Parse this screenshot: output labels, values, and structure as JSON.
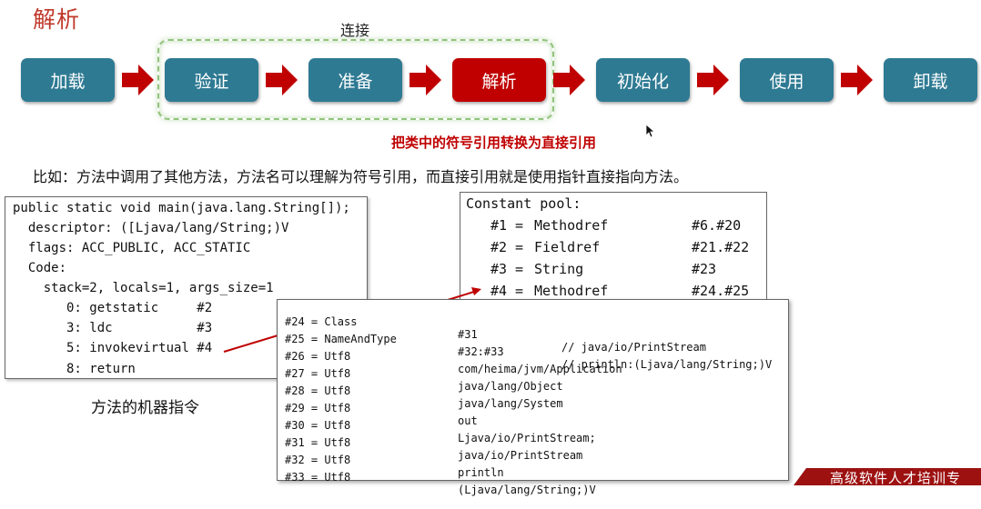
{
  "slide": {
    "title": "解析",
    "group_label": "连接",
    "steps": [
      "加载",
      "验证",
      "准备",
      "解析",
      "初始化",
      "使用",
      "卸载"
    ],
    "active_step": "解析",
    "subtitle": "把类中的符号引用转换为直接引用",
    "example": "比如：方法中调用了其他方法，方法名可以理解为符号引用，而直接引用就是使用指针直接指向方法。",
    "caption": "方法的机器指令",
    "watermark": "高级软件人才培训专"
  },
  "method_code": {
    "lines": [
      "public static void main(java.lang.String[]);",
      "  descriptor: ([Ljava/lang/String;)V",
      "  flags: ACC_PUBLIC, ACC_STATIC",
      "  Code:",
      "    stack=2, locals=1, args_size=1",
      "       0: getstatic     #2",
      "       3: ldc           #3",
      "       5: invokevirtual #4",
      "       8: return"
    ]
  },
  "constant_pool": {
    "header": "Constant pool:",
    "entries": [
      {
        "id": "#1",
        "type": "Methodref",
        "ref": "#6.#20"
      },
      {
        "id": "#2",
        "type": "Fieldref",
        "ref": "#21.#22"
      },
      {
        "id": "#3",
        "type": "String",
        "ref": "#23"
      },
      {
        "id": "#4",
        "type": "Methodref",
        "ref": "#24.#25"
      }
    ]
  },
  "constant_pool_detail": {
    "rows": [
      {
        "a": "#24 = Class",
        "b": "#31",
        "c": "// java/io/PrintStream"
      },
      {
        "a": "#25 = NameAndType",
        "b": "#32:#33",
        "c": "// println:(Ljava/lang/String;)V"
      },
      {
        "a": "#26 = Utf8",
        "b": "com/heima/jvm/Application",
        "c": ""
      },
      {
        "a": "#27 = Utf8",
        "b": "java/lang/Object",
        "c": ""
      },
      {
        "a": "#28 = Utf8",
        "b": "java/lang/System",
        "c": ""
      },
      {
        "a": "#29 = Utf8",
        "b": "out",
        "c": ""
      },
      {
        "a": "#30 = Utf8",
        "b": "Ljava/io/PrintStream;",
        "c": ""
      },
      {
        "a": "#31 = Utf8",
        "b": "java/io/PrintStream",
        "c": ""
      },
      {
        "a": "#32 = Utf8",
        "b": "println",
        "c": ""
      },
      {
        "a": "#33 = Utf8",
        "b": "(Ljava/lang/String;)V",
        "c": ""
      }
    ]
  },
  "colors": {
    "step_bg": "#2e7a93",
    "active_bg": "#c00000",
    "arrow": "#c00000",
    "title": "#c0392b",
    "group_border": "#92c37d"
  }
}
